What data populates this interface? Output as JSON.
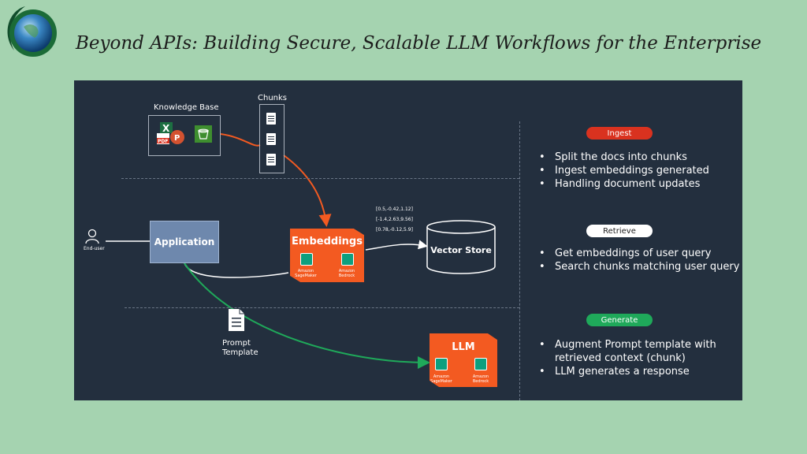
{
  "header": {
    "title": "Beyond APIs: Building Secure, Scalable LLM Workflows for the Enterprise"
  },
  "diagram": {
    "knowledge_base_label": "Knowledge Base",
    "chunks_label": "Chunks",
    "end_user_label": "End-user",
    "application_label": "Application",
    "embeddings": {
      "title": "Embeddings",
      "services": [
        "Amazon SageMaker",
        "Amazon Bedrock"
      ]
    },
    "vectors": [
      "[0.5,-0.42,1.12]",
      "[-1.4,2.63,9.56]",
      "[0.78,-0.12,5.9]"
    ],
    "vector_store_label": "Vector Store",
    "prompt_template_label": [
      "Prompt",
      "Template"
    ],
    "llm": {
      "title": "LLM",
      "services": [
        "Amazon SageMaker",
        "Amazon Bedrock"
      ]
    },
    "colors": {
      "background": "#232f3e",
      "accent_orange": "#f35a21",
      "application_blue": "#6e88ad",
      "arrow_green": "#1fa95a"
    }
  },
  "stages": [
    {
      "label": "Ingest",
      "color": "#d9321f",
      "text_color": "#ffffff",
      "bullets": [
        "Split the docs into chunks",
        "Ingest embeddings generated",
        "Handling document updates"
      ]
    },
    {
      "label": "Retrieve",
      "color": "#ffffff",
      "text_color": "#1c1c1c",
      "bullets": [
        "Get embeddings of user query",
        "Search chunks matching user query"
      ]
    },
    {
      "label": "Generate",
      "color": "#1fa95a",
      "text_color": "#ffffff",
      "bullets": [
        "Augment Prompt template with retrieved context (chunk)",
        "LLM generates a response"
      ]
    }
  ]
}
